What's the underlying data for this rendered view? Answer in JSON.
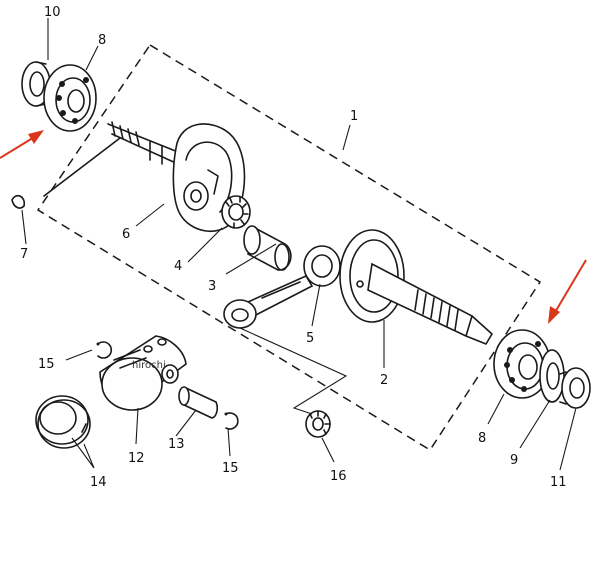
{
  "diagram": {
    "callouts": {
      "c1": "1",
      "c2": "2",
      "c3": "3",
      "c4": "4",
      "c5": "5",
      "c6": "6",
      "c7": "7",
      "c8_top": "8",
      "c8_right": "8",
      "c9": "9",
      "c10": "10",
      "c11": "11",
      "c12": "12",
      "c13": "13",
      "c14": "14",
      "c15_left": "15",
      "c15_bottom": "15",
      "c16": "16"
    },
    "watermark": "hirochi",
    "colors": {
      "ink": "#1a1a1a",
      "arrow": "#d9361c",
      "background": "#ffffff"
    }
  }
}
